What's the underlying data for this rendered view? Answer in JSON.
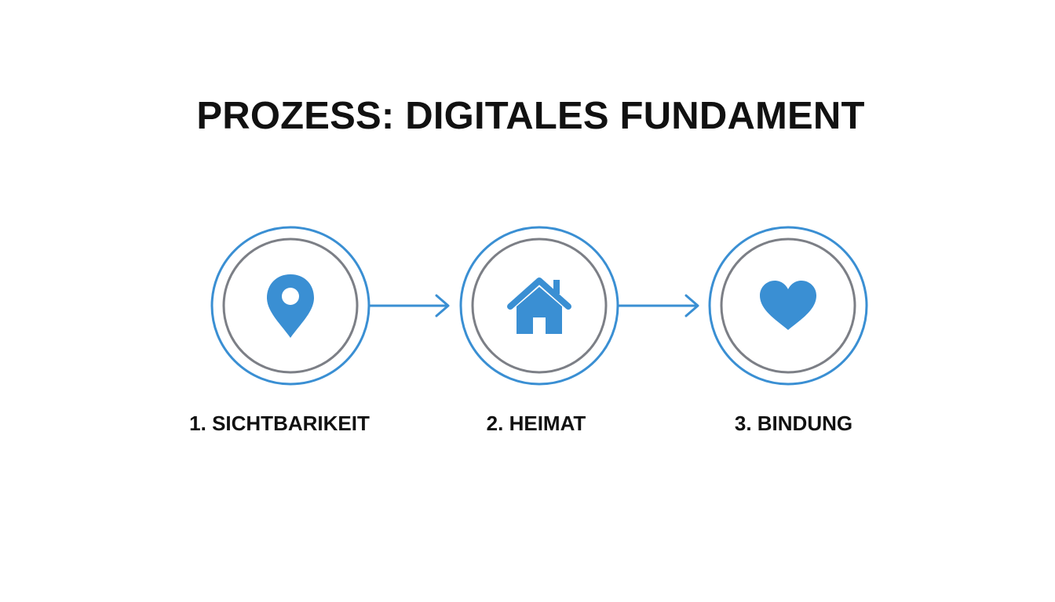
{
  "title": "PROZESS: DIGITALES FUNDAMENT",
  "colors": {
    "accent": "#3a8fd3",
    "inner_ring": "#7c7f86",
    "text": "#111111",
    "background": "#ffffff"
  },
  "steps": [
    {
      "label": "1. SICHTBARIKEIT",
      "icon": "location-pin-icon"
    },
    {
      "label": "2. HEIMAT",
      "icon": "home-icon"
    },
    {
      "label": "3. BINDUNG",
      "icon": "heart-icon"
    }
  ]
}
